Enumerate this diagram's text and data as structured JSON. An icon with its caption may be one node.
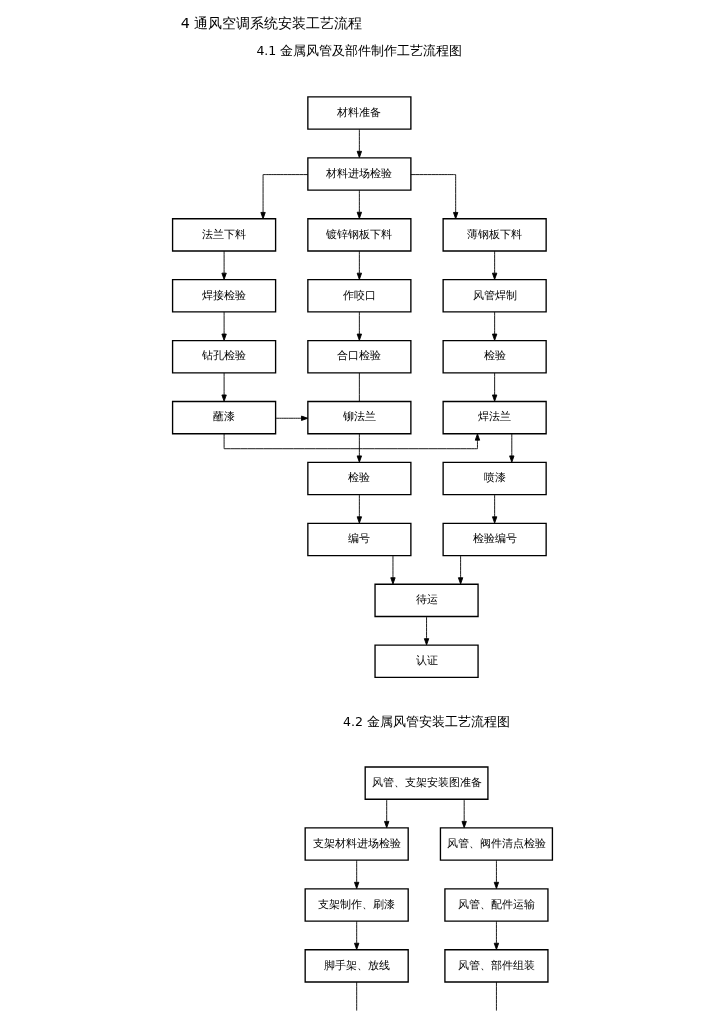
{
  "diagram": {
    "title": "4 通风空调系统安装工艺流程",
    "nodes": [
      {
        "text": [
          "材料准备"
        ]
      },
      {
        "text": [
          "材料进场检验"
        ]
      },
      {
        "text": [
          "镀锌钢板下料"
        ]
      },
      {
        "text": [
          "法兰下料"
        ]
      },
      {
        "text": [
          "薄钢板下料"
        ]
      },
      {
        "text": [
          "作咬口"
        ]
      },
      {
        "text": [
          "焊接检验"
        ]
      },
      {
        "text": [
          "风管焊制"
        ]
      },
      {
        "text": [
          "合口检验"
        ]
      },
      {
        "text": [
          "钻孔检验"
        ]
      },
      {
        "text": [
          "检验"
        ]
      },
      {
        "text": [
          "铆法兰"
        ]
      },
      {
        "text": [
          "蘸漆"
        ]
      },
      {
        "text": [
          "焊法兰"
        ]
      },
      {
        "text": [
          "检验"
        ]
      },
      {
        "text": [
          "喷漆"
        ]
      },
      {
        "text": [
          "编号"
        ]
      },
      {
        "text": [
          "检验编号"
        ]
      },
      {
        "text": [
          "待运"
        ]
      },
      {
        "text": [
          "认证"
        ]
      },
      {
        "text": [
          "风管、支架安装图准备"
        ]
      },
      {
        "text": [
          "支架材料进场检验"
        ]
      },
      {
        "text": [
          "风管、阀件清点检验"
        ]
      },
      {
        "text": [
          "支架制作、刷漆"
        ]
      },
      {
        "text": [
          "风管、配件运输"
        ]
      },
      {
        "text": [
          "脚手架、放线"
        ]
      },
      {
        "text": [
          "风管、部件组装"
        ]
      }
    ],
    "edges": [
      {
        "from": 0,
        "to": 1,
        "arrow": "to"
      },
      {
        "from": 1,
        "to": 2,
        "arrow": "to"
      },
      {
        "from": 1,
        "to": 3,
        "arrow": "to"
      },
      {
        "from": 1,
        "to": 4,
        "arrow": "to"
      },
      {
        "from": 2,
        "to": 5,
        "arrow": "to"
      },
      {
        "from": 5,
        "to": 8,
        "arrow": "to"
      },
      {
        "from": 8,
        "to": 11,
        "arrow": "none"
      },
      {
        "from": 11,
        "to": 14,
        "arrow": "to"
      },
      {
        "from": 14,
        "to": 16,
        "arrow": "to"
      },
      {
        "from": 3,
        "to": 6,
        "arrow": "to"
      },
      {
        "from": 6,
        "to": 9,
        "arrow": "to"
      },
      {
        "from": 9,
        "to": 12,
        "arrow": "to"
      },
      {
        "from": 12,
        "to": 11,
        "arrow": "to"
      },
      {
        "from": 12,
        "to": 13,
        "arrow": "to"
      },
      {
        "from": 4,
        "to": 7,
        "arrow": "to"
      },
      {
        "from": 7,
        "to": 10,
        "arrow": "to"
      },
      {
        "from": 10,
        "to": 13,
        "arrow": "to"
      },
      {
        "from": 13,
        "to": 15,
        "arrow": "to"
      },
      {
        "from": 15,
        "to": 17,
        "arrow": "to"
      },
      {
        "from": 16,
        "to": 18,
        "arrow": "to"
      },
      {
        "from": 17,
        "to": 18,
        "arrow": "to"
      },
      {
        "from": 18,
        "to": 19,
        "arrow": "to"
      },
      {
        "from": 20,
        "to": 21,
        "arrow": "to"
      },
      {
        "from": 20,
        "to": 22,
        "arrow": "to"
      },
      {
        "from": 21,
        "to": 23,
        "arrow": "to"
      },
      {
        "from": 23,
        "to": 25,
        "arrow": "to"
      },
      {
        "from": 22,
        "to": 24,
        "arrow": "to"
      },
      {
        "from": 24,
        "to": 26,
        "arrow": "to"
      },
      {
        "from": 25,
        "to": null,
        "arrow": "none"
      },
      {
        "from": 26,
        "to": null,
        "arrow": "none"
      }
    ],
    "labels": [
      "4.1 金属风管及部件制作工艺流程图",
      "4.2 金属风管安装工艺流程图"
    ]
  }
}
